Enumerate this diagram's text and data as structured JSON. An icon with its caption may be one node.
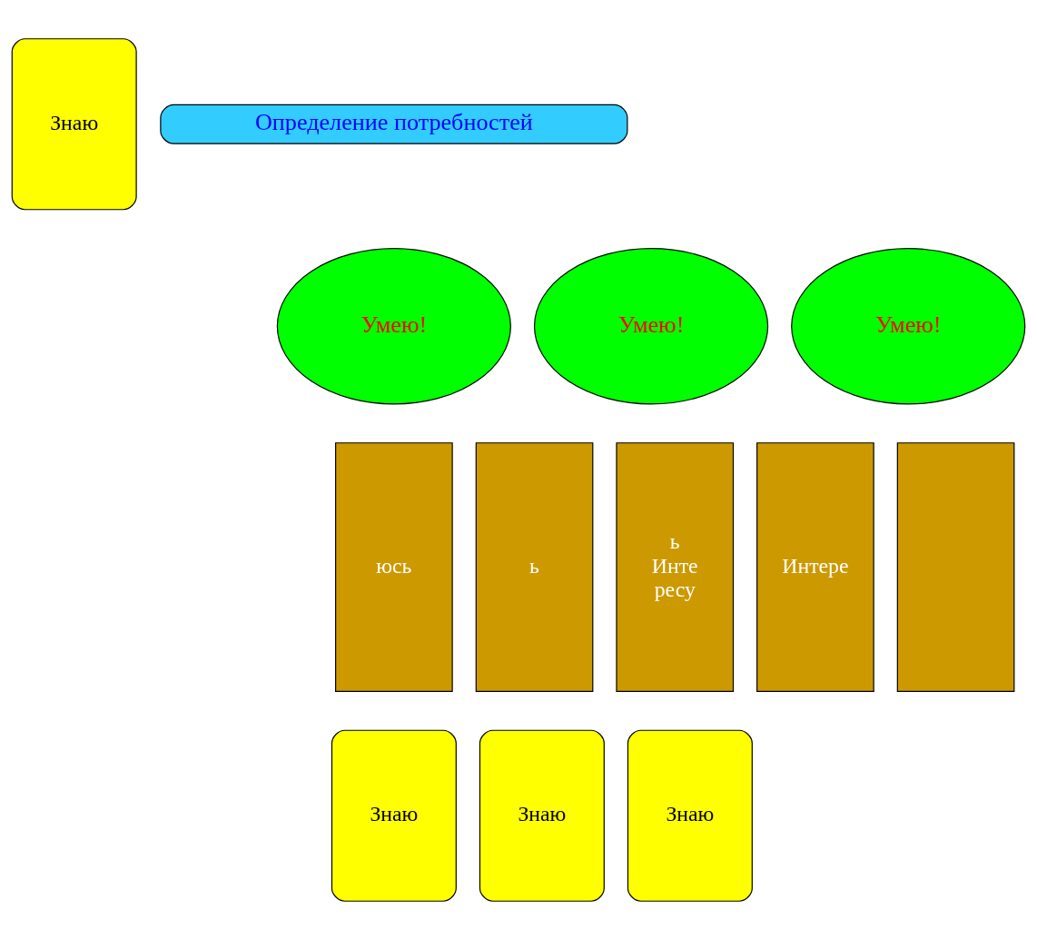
{
  "diagram": {
    "nodes": [
      {
        "text": [
          "Знаю"
        ]
      },
      {
        "text": [
          "Определение потребностей"
        ]
      },
      {
        "text": [
          "Умею!"
        ]
      },
      {
        "text": [
          "Умею!"
        ]
      },
      {
        "text": [
          "Умею!"
        ]
      },
      {
        "text": [
          "ь"
        ]
      },
      {
        "text": [
          "ь",
          "Инте",
          "ресу"
        ]
      },
      {
        "text": [
          "юсь"
        ]
      },
      {
        "text": [
          "Интере"
        ]
      },
      {
        "text": [],
        "shape": "box"
      },
      {
        "text": [
          "Знаю"
        ]
      },
      {
        "text": [
          "Знаю"
        ]
      },
      {
        "text": [
          "Знаю"
        ]
      }
    ]
  }
}
